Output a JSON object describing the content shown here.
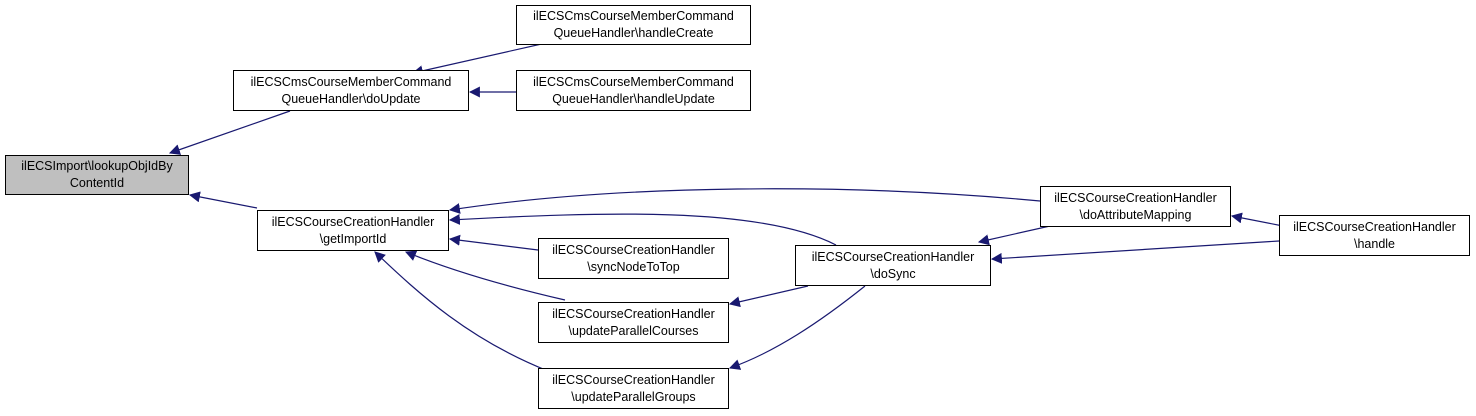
{
  "graph": {
    "edge_color": "#191970",
    "root_fill": "#bfbfbf",
    "nodes": {
      "root": {
        "line1": "ilECSImport\\lookupObjIdBy",
        "line2": "ContentId"
      },
      "doUpdate": {
        "line1": "ilECSCmsCourseMemberCommand",
        "line2": "QueueHandler\\doUpdate"
      },
      "handleCreate": {
        "line1": "ilECSCmsCourseMemberCommand",
        "line2": "QueueHandler\\handleCreate"
      },
      "handleUpdate": {
        "line1": "ilECSCmsCourseMemberCommand",
        "line2": "QueueHandler\\handleUpdate"
      },
      "getImportId": {
        "line1": "ilECSCourseCreationHandler",
        "line2": "\\getImportId"
      },
      "syncNodeToTop": {
        "line1": "ilECSCourseCreationHandler",
        "line2": "\\syncNodeToTop"
      },
      "updateParallelCourses": {
        "line1": "ilECSCourseCreationHandler",
        "line2": "\\updateParallelCourses"
      },
      "updateParallelGroups": {
        "line1": "ilECSCourseCreationHandler",
        "line2": "\\updateParallelGroups"
      },
      "doSync": {
        "line1": "ilECSCourseCreationHandler",
        "line2": "\\doSync"
      },
      "doAttributeMapping": {
        "line1": "ilECSCourseCreationHandler",
        "line2": "\\doAttributeMapping"
      },
      "handle": {
        "line1": "ilECSCourseCreationHandler",
        "line2": "\\handle"
      }
    }
  }
}
